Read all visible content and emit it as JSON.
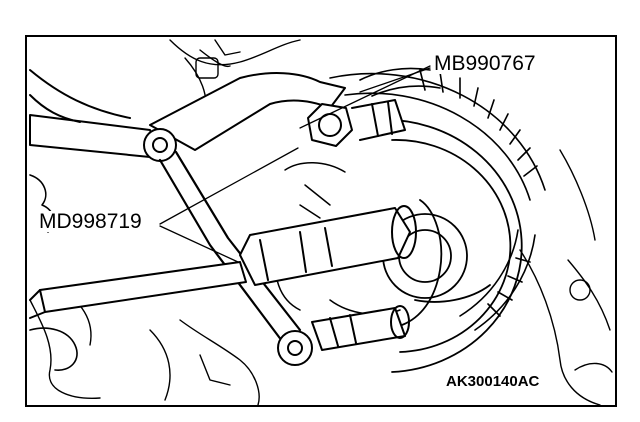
{
  "callouts": {
    "tool_a": "MB990767",
    "tool_b": "MD998719"
  },
  "figure_code": "AK300140AC",
  "colors": {
    "ink": "#000000",
    "paper": "#ffffff"
  }
}
